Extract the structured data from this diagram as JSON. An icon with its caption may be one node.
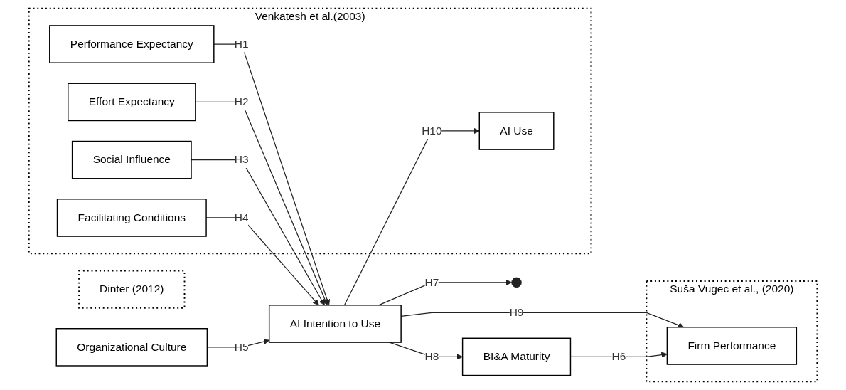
{
  "diagram": {
    "nodes": [
      {
        "text": [
          "Venkatesh et al.(2003)"
        ]
      },
      {
        "text": [
          "Performance Expectancy"
        ],
        "in": 0
      },
      {
        "text": [
          "Effort Expectancy"
        ],
        "in": 0
      },
      {
        "text": [
          "Social Influence"
        ],
        "in": 0
      },
      {
        "text": [
          "Facilitating Conditions"
        ],
        "in": 0
      },
      {
        "text": [
          "Suša Vugec et al., (2020)"
        ]
      },
      {
        "text": [
          "AI Intention to Use"
        ]
      },
      {
        "text": [
          "AI Use"
        ],
        "in": 0
      },
      {
        "text": [
          "Dinter (2012)"
        ]
      },
      {
        "text": [
          "Organizational Culture"
        ]
      },
      {
        "text": [
          "BI&A Maturity"
        ]
      },
      {
        "text": [
          "Firm Performance"
        ],
        "in": 5
      }
    ],
    "edges": [
      {
        "from": 1,
        "to": 6,
        "arrow": "to",
        "label": "H1"
      },
      {
        "from": 2,
        "to": 6,
        "arrow": "to",
        "label": "H2"
      },
      {
        "from": 3,
        "to": 6,
        "arrow": "to",
        "label": "H3"
      },
      {
        "from": 4,
        "to": 6,
        "arrow": "to",
        "label": "H4"
      },
      {
        "from": 9,
        "to": 6,
        "arrow": "to",
        "label": "H5"
      },
      {
        "from": 6,
        "to": 7,
        "arrow": "to",
        "label": "H10"
      },
      {
        "from": 6,
        "to": 10,
        "arrow": "to",
        "label": "H8"
      },
      {
        "from": 6,
        "to": null,
        "arrow": "to",
        "label": "H7"
      },
      {
        "from": 6,
        "to": 11,
        "arrow": "to",
        "label": "H9"
      },
      {
        "from": 10,
        "to": 11,
        "arrow": "to",
        "label": "H6"
      }
    ]
  }
}
